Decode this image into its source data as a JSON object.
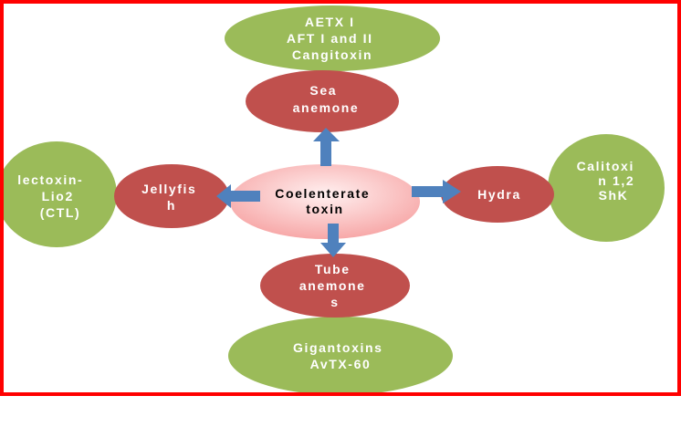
{
  "colors": {
    "border": "#ff0000",
    "green": "#9bbb59",
    "red": "#c0504d",
    "center": "#fbd0d0",
    "arrow": "#4f81bd"
  },
  "center": {
    "lines": [
      "Coelenterate",
      "toxin"
    ]
  },
  "groups": {
    "sea_anemone": {
      "lines": [
        "Sea",
        "anemone"
      ]
    },
    "jellyfish": {
      "lines": [
        "Jellyfis",
        "h"
      ]
    },
    "hydra": {
      "lines": [
        "Hydra"
      ]
    },
    "tube_anemone": {
      "lines": [
        "Tube",
        "anemone",
        "s"
      ]
    }
  },
  "toxins": {
    "sea_anemone": {
      "lines": [
        "AETX I",
        "AFT I and II",
        "Cangitoxin"
      ]
    },
    "jellyfish": {
      "lines": [
        "lectoxin-",
        "Lio2",
        "(CTL)"
      ]
    },
    "hydra": {
      "lines": [
        "Calitoxi",
        "n 1,2",
        "ShK"
      ]
    },
    "tube_anemone": {
      "lines": [
        "Gigantoxins",
        "AvTX-60"
      ]
    }
  }
}
